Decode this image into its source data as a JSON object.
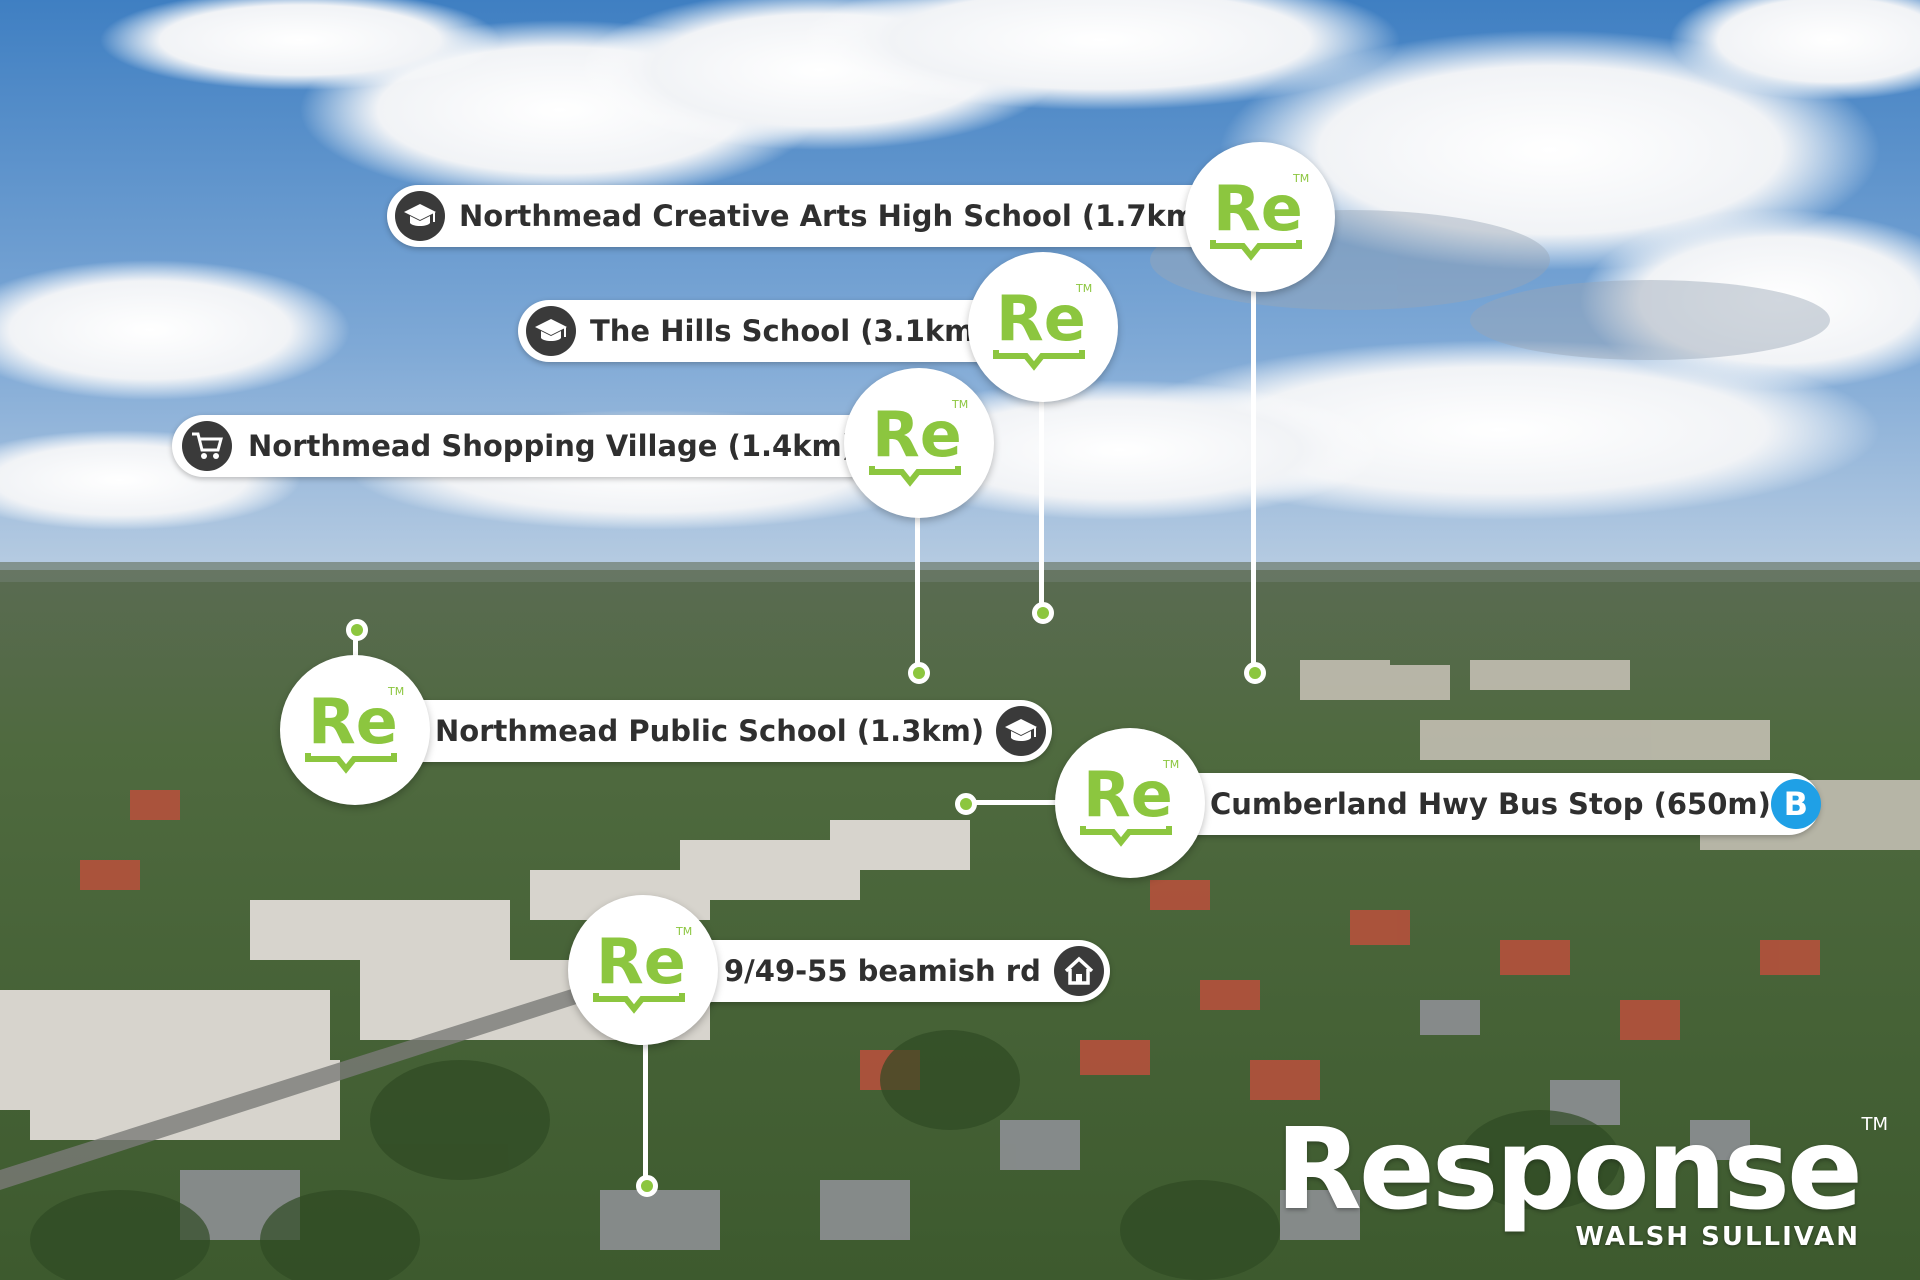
{
  "markers": [
    {
      "label": "Northmead Creative Arts High School (1.7km)",
      "icon": "graduation-cap-icon"
    },
    {
      "label": "The Hills School (3.1km)",
      "icon": "graduation-cap-icon"
    },
    {
      "label": "Northmead Shopping Village (1.4km)",
      "icon": "shopping-cart-icon"
    },
    {
      "label": "Northmead Public School (1.3km)",
      "icon": "graduation-cap-icon"
    },
    {
      "label": "Cumberland Hwy Bus Stop (650m)",
      "icon": "bus-stop-icon",
      "icon_text": "B"
    },
    {
      "label": "9/49-55 beamish rd",
      "icon": "house-icon"
    }
  ],
  "badge_text": "Re",
  "badge_tm": "TM",
  "brand": {
    "name": "Response",
    "tagline": "WALSH SULLIVAN",
    "tm": "TM"
  },
  "colors": {
    "accent_green": "#8cc63f",
    "bus_blue": "#1fa0e6",
    "icon_dark": "#3a3a3a"
  }
}
